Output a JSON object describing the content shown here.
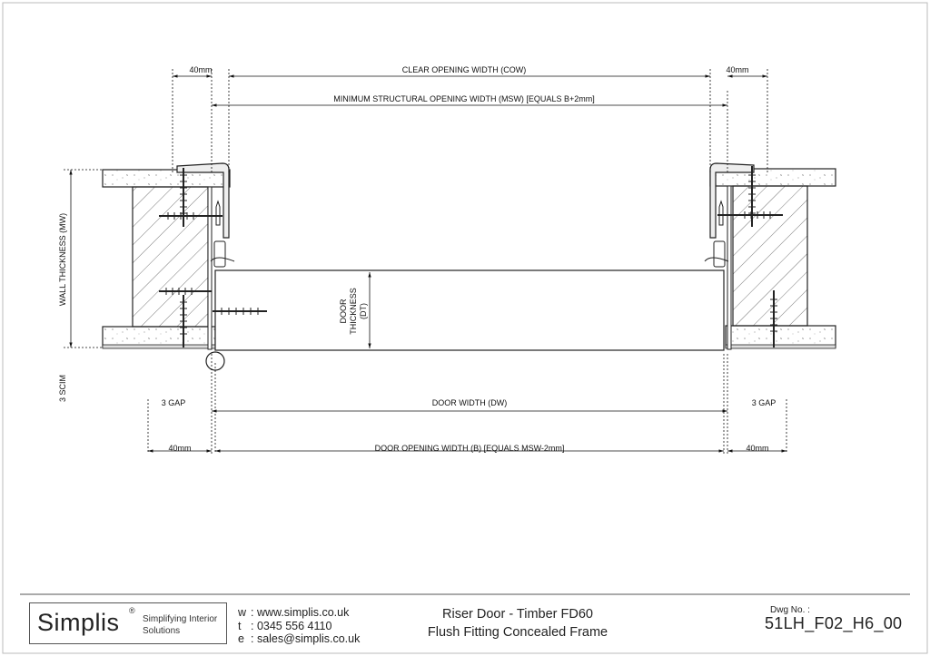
{
  "dimensions": {
    "left_40_top": "40mm",
    "cow": "CLEAR OPENING WIDTH (COW)",
    "right_40_top": "40mm",
    "msw": "MINIMUM STRUCTURAL OPENING WIDTH (MSW) [EQUALS B+2mm]",
    "wall_thickness": "WALL THICKNESS (MW)",
    "scim": "3 SCIM",
    "door_thickness_line1": "DOOR",
    "door_thickness_line2": "THICKNESS",
    "door_thickness_line3": "(DT)",
    "left_gap": "3 GAP",
    "door_width": "DOOR WIDTH (DW)",
    "right_gap": "3 GAP",
    "left_40_bottom": "40mm",
    "dow": "DOOR OPENING WIDTH (B) [EQUALS MSW-2mm]",
    "right_40_bottom": "40mm"
  },
  "title_block": {
    "logo": "Simplis",
    "logo_reg": "®",
    "tagline_line1": "Simplifying Interior",
    "tagline_line2": "Solutions",
    "web_prefix": "w",
    "web": ": www.simplis.co.uk",
    "tel_prefix": "t",
    "tel": ": 0345 556 4110",
    "email_prefix": "e",
    "email": ": sales@simplis.co.uk",
    "title_line1": "Riser Door - Timber FD60",
    "title_line2": "Flush Fitting Concealed Frame",
    "dwg_label": "Dwg No. :",
    "dwg_number": "51LH_F02_H6_00"
  }
}
